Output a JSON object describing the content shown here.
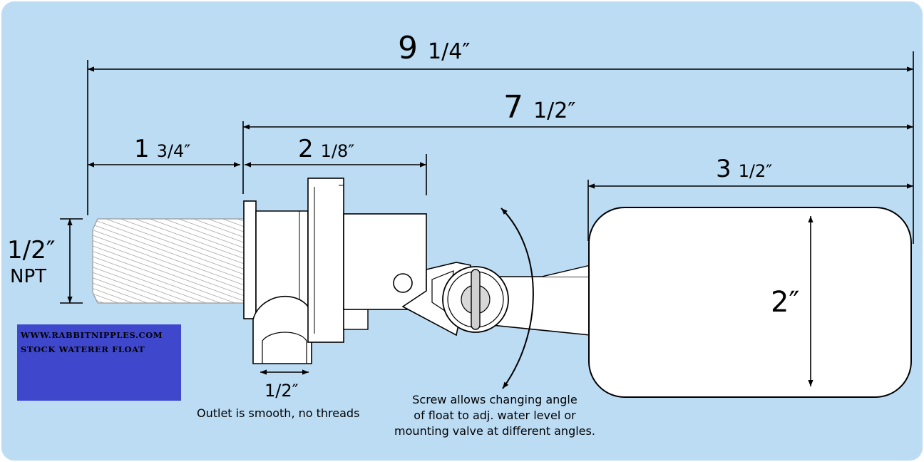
{
  "dimensions": {
    "overall": {
      "whole": "9",
      "frac": "1/4″"
    },
    "valve_to_float_end": {
      "whole": "7",
      "frac": "1/2″"
    },
    "thread_length": {
      "whole": "1",
      "frac": "3/4″"
    },
    "body_width": {
      "whole": "2",
      "frac": "1/8″"
    },
    "float_length": {
      "whole": "3",
      "frac": "1/2″"
    },
    "float_height": "2″",
    "thread_size": "1/2″",
    "thread_type": "NPT",
    "outlet_size": "1/2″"
  },
  "notes": {
    "outlet": "Outlet is smooth, no threads",
    "screw_line1": "Screw allows changing angle",
    "screw_line2": "of float to adj. water level or",
    "screw_line3": "mounting valve at different angles."
  },
  "brand": {
    "line1": "WWW.RABBITNIPPLES.COM",
    "line2": "STOCK WATERER FLOAT"
  },
  "colors": {
    "background": "#bcdcf4",
    "brand_box": "#3f48cc",
    "line": "#000000",
    "part_fill": "#ffffff"
  }
}
